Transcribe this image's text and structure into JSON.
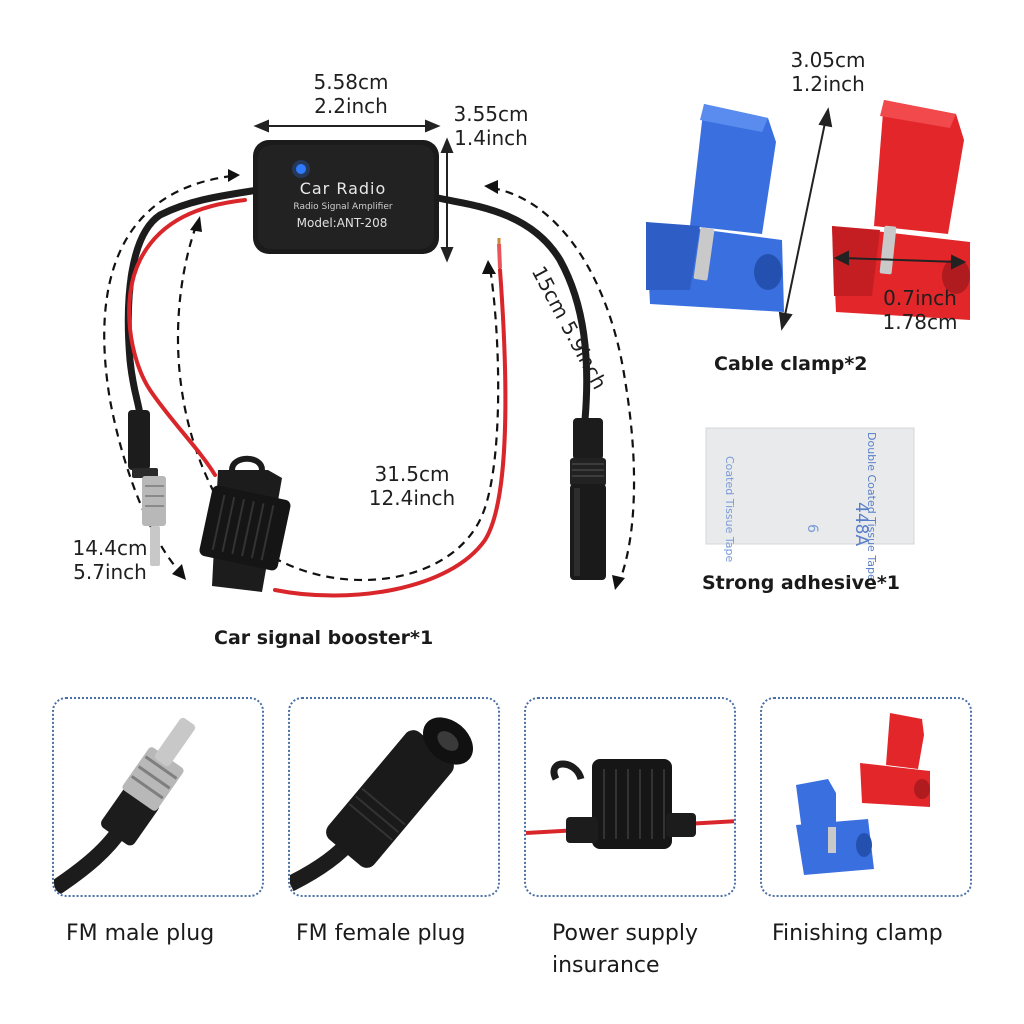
{
  "booster": {
    "title": "Car Radio",
    "subtitle": "Radio Signal Amplifier",
    "model": "Model:ANT-208",
    "caption": "Car signal booster*1"
  },
  "dimensions": {
    "width": {
      "cm": "5.58cm",
      "inch": "2.2inch"
    },
    "height": {
      "cm": "3.55cm",
      "inch": "1.4inch"
    },
    "left_cable": {
      "cm": "14.4cm",
      "inch": "5.7inch"
    },
    "power_cable": {
      "cm": "31.5cm",
      "inch": "12.4inch"
    },
    "right_cable": "15cm 5.9inch",
    "clamp_length": {
      "cm": "3.05cm",
      "inch": "1.2inch"
    },
    "clamp_width": {
      "inch": "0.7inch",
      "cm": "1.78cm"
    }
  },
  "clamp": {
    "caption": "Cable clamp*2"
  },
  "adhesive": {
    "caption": "Strong adhesive*1",
    "tape_text_1": "Double Coated Tissue Tape",
    "tape_text_2": "448A",
    "tape_text_3": "Coated Tissue Tape",
    "tape_text_4": "6"
  },
  "details": [
    {
      "label": "FM male plug"
    },
    {
      "label": "FM female plug"
    },
    {
      "label_line1": "Power supply",
      "label_line2": "insurance"
    },
    {
      "label": "Finishing clamp"
    }
  ],
  "colors": {
    "cable_black": "#1c1c1c",
    "cable_red": "#d8262b",
    "clamp_blue": "#3a6fe0",
    "clamp_red": "#e2262a",
    "card_border": "#4a6fa5",
    "indicator_led": "#2f7bff"
  }
}
